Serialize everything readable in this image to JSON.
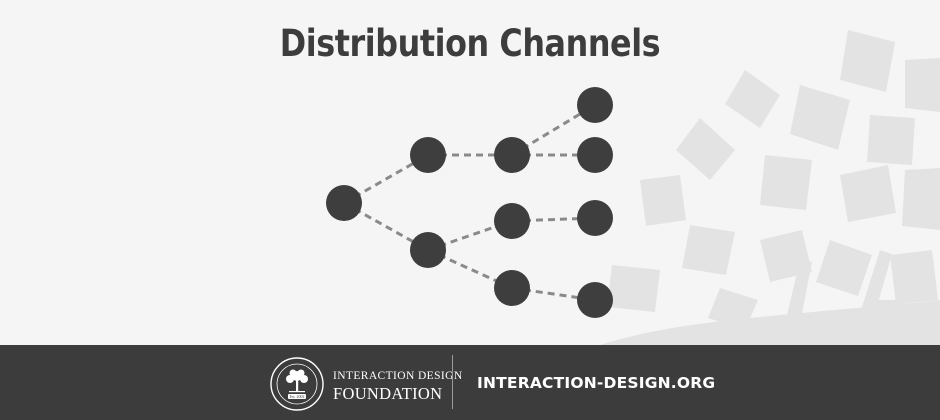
{
  "title": "Distribution Channels",
  "diagram": {
    "node_color": "#3e3e3e",
    "edge_color": "#8a8a8a",
    "edge_style": "dashed"
  },
  "footer": {
    "background": "#3c3c3c",
    "brand_line1": "INTERACTION DESIGN",
    "brand_line2": "FOUNDATION",
    "seal_text": "Est. 2002",
    "website": "INTERACTION-DESIGN.ORG"
  }
}
